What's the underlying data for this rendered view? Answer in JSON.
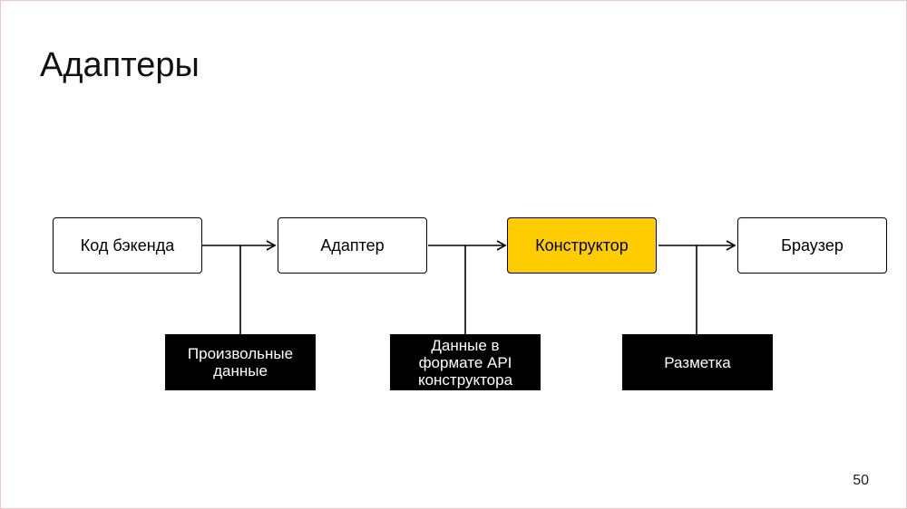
{
  "slide": {
    "title": "Адаптеры",
    "page_number": "50"
  },
  "diagram": {
    "nodes": [
      {
        "label": "Код бэкенда",
        "highlighted": false
      },
      {
        "label": "Адаптер",
        "highlighted": false
      },
      {
        "label": "Конструктор",
        "highlighted": true
      },
      {
        "label": "Браузер",
        "highlighted": false
      }
    ],
    "edge_labels": [
      "Произвольные\nданные",
      "Данные в\nформате API\nконструктора",
      "Разметка"
    ]
  },
  "colors": {
    "highlight": "#ffcc00",
    "label_background": "#000000",
    "label_text": "#ffffff",
    "border": "#000000"
  }
}
